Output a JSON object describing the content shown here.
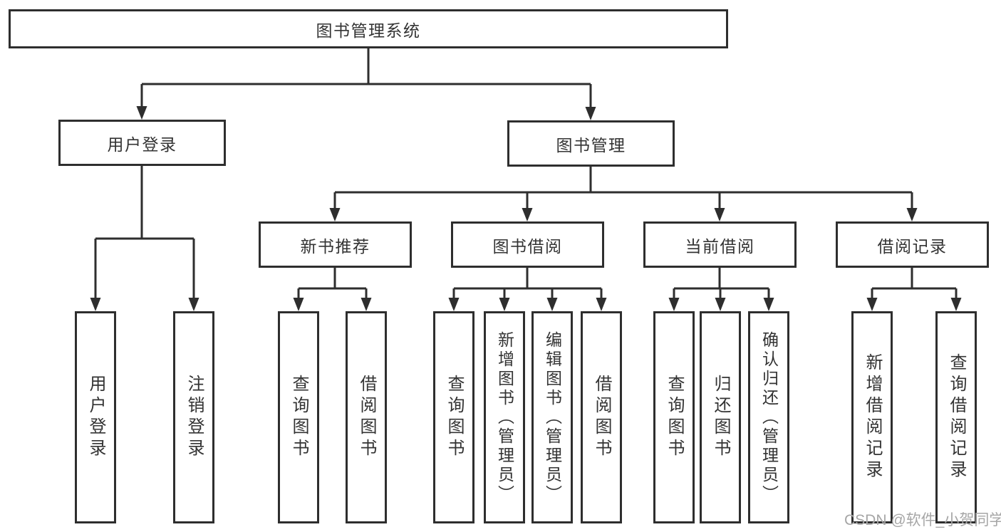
{
  "colors": {
    "line": "#2e2e2e",
    "box_border": "#2e2e2e",
    "text": "#333333",
    "background": "#ffffff",
    "watermark": "#a6a6a6"
  },
  "tree": {
    "label": "图书管理系统",
    "children": [
      {
        "label": "用户登录",
        "children": [
          {
            "label": "用户登录"
          },
          {
            "label": "注销登录"
          }
        ]
      },
      {
        "label": "图书管理",
        "children": [
          {
            "label": "新书推荐",
            "children": [
              {
                "label": "查询图书"
              },
              {
                "label": "借阅图书"
              }
            ]
          },
          {
            "label": "图书借阅",
            "children": [
              {
                "label": "查询图书"
              },
              {
                "label": "新增图书（管理员）"
              },
              {
                "label": "编辑图书（管理员）"
              },
              {
                "label": "借阅图书"
              }
            ]
          },
          {
            "label": "当前借阅",
            "children": [
              {
                "label": "查询图书"
              },
              {
                "label": "归还图书"
              },
              {
                "label": "确认归还（管理员）"
              }
            ]
          },
          {
            "label": "借阅记录",
            "children": [
              {
                "label": "新增借阅记录"
              },
              {
                "label": "查询借阅记录"
              }
            ]
          }
        ]
      }
    ]
  },
  "watermark": {
    "text": "CSDN @软件_小贺同学"
  }
}
